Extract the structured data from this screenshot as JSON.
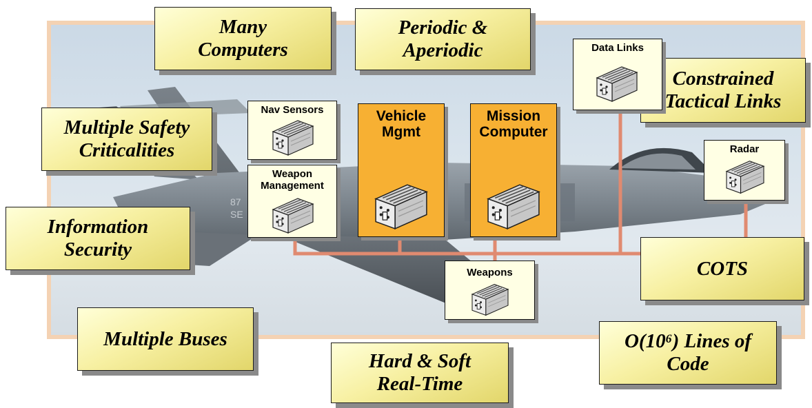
{
  "colors": {
    "callout_fill": "#f7f0a2",
    "module_fill": "#ffffe4",
    "highlight_module_fill": "#f7b033",
    "bus_line": "#e08a70",
    "photo_frame": "#f4d2b3",
    "shadow": "#8a8a8a"
  },
  "callouts": {
    "many_computers": "Many Computers",
    "periodic_aperiodic": "Periodic & Aperiodic",
    "constrained_tactical_links": "Constrained Tactical Links",
    "multiple_safety": "Multiple Safety Criticalities",
    "information_security": "Information Security",
    "cots": "COTS",
    "multiple_buses": "Multiple Buses",
    "hard_soft_realtime": "Hard & Soft Real-Time",
    "lines_of_code": "O(10⁶) Lines of Code"
  },
  "modules": {
    "nav_sensors": "Nav Sensors",
    "weapon_management": "Weapon Management",
    "vehicle_mgmt": "Vehicle Mgmt",
    "mission_computer": "Mission Computer",
    "data_links": "Data Links",
    "radar": "Radar",
    "weapons": "Weapons"
  },
  "icons": {
    "module_icon": "avionics-box-icon",
    "background": "fighter-jet-photo"
  }
}
